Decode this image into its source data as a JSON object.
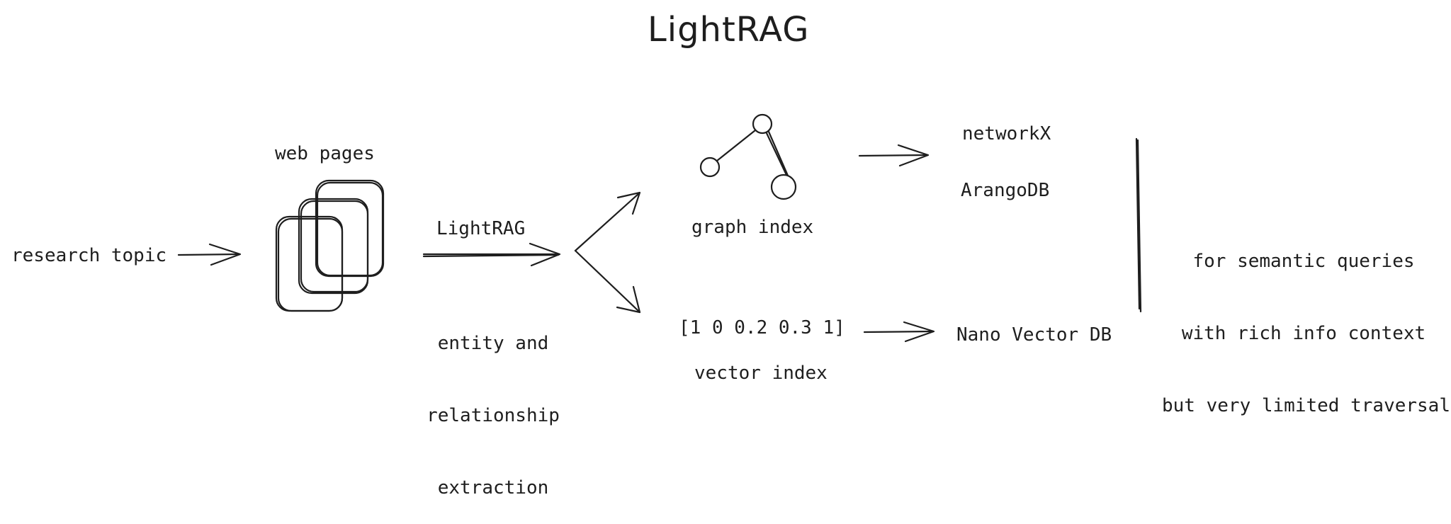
{
  "diagram": {
    "title": "LightRAG",
    "input_label": "research topic",
    "web_pages_label": "web pages",
    "process_label": "LightRAG",
    "process_caption": [
      "entity and",
      "relationship",
      "extraction"
    ],
    "graph_index_label": "graph index",
    "vector_index_label": "vector index",
    "vector_example": "[1 0 0.2 0.3 1]",
    "graph_stores": [
      "networkX",
      "ArangoDB"
    ],
    "vector_store": "Nano Vector DB",
    "note": [
      "for semantic queries",
      "with rich info context",
      "but very limited traversal"
    ]
  }
}
